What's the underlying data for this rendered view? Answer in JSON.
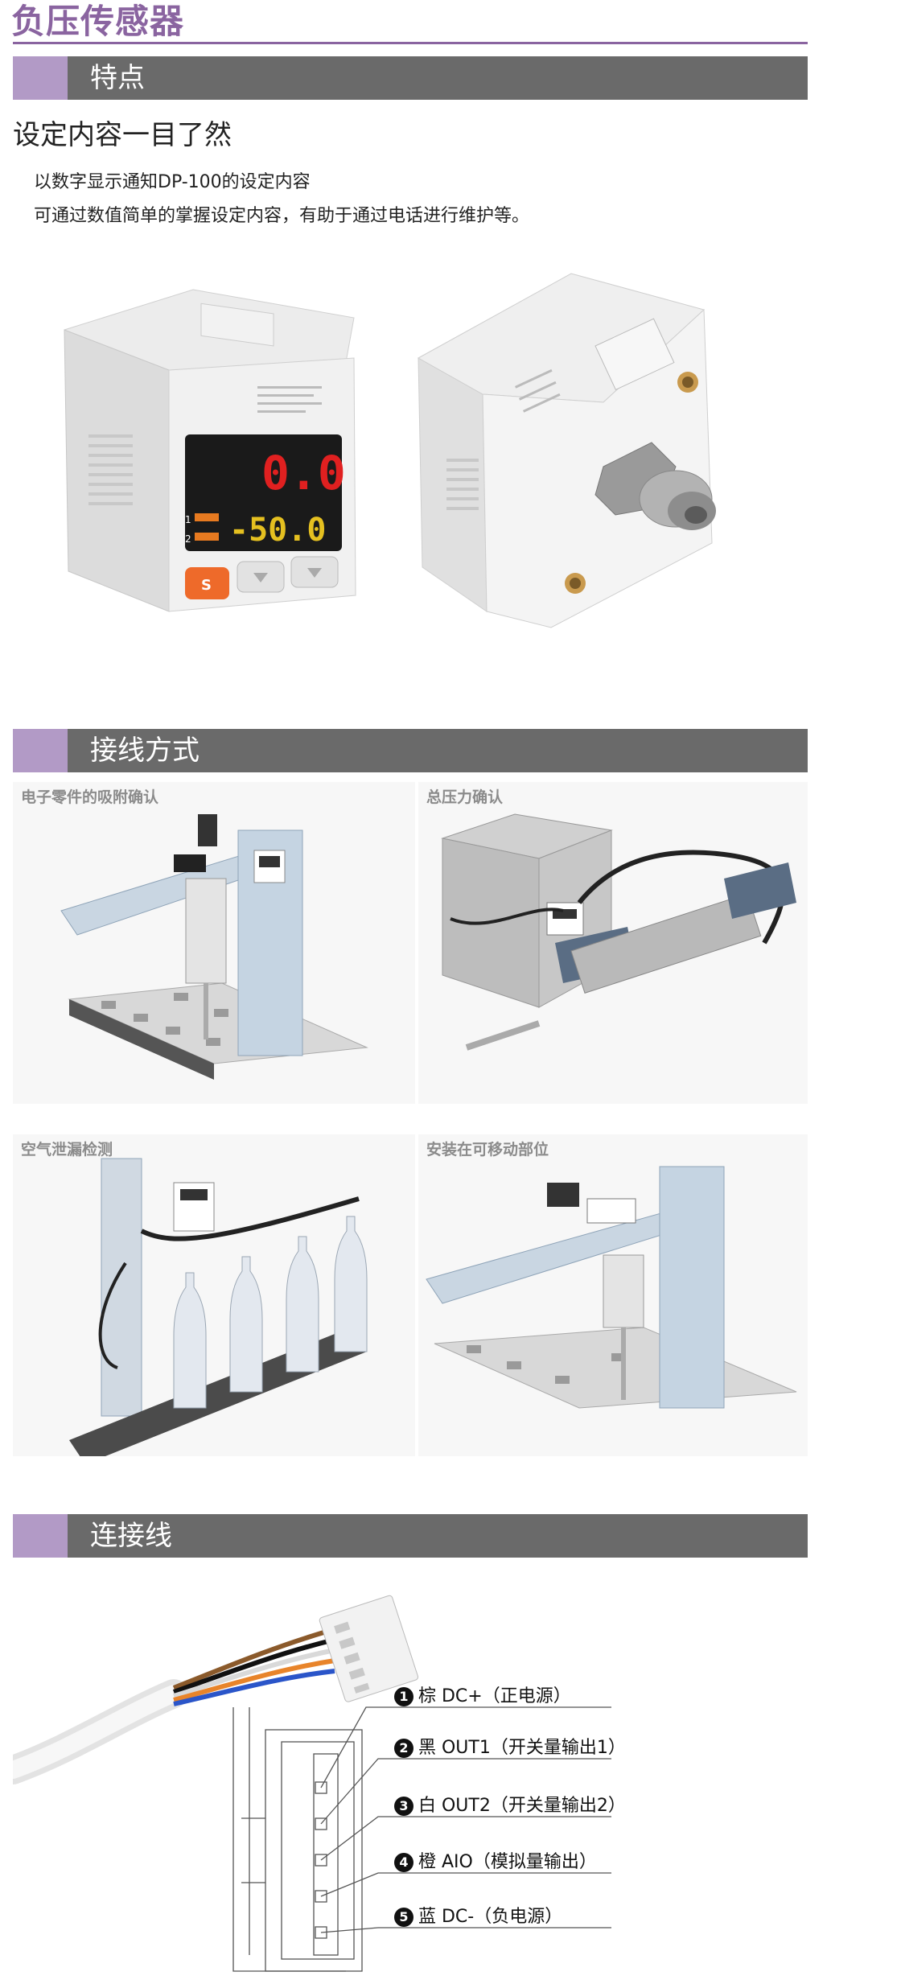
{
  "page": {
    "title": "负压传感器"
  },
  "features": {
    "section_title": "特点",
    "heading": "设定内容一目了然",
    "lines": [
      "以数字显示通知DP-100的设定内容",
      "可通过数值简单的掌握设定内容，有助于通过电话进行维护等。"
    ],
    "display": {
      "top_value": "0.0",
      "bottom_value": "-50.0",
      "indicator_1": "1",
      "indicator_2": "2",
      "s_button": "S"
    }
  },
  "wiring_methods": {
    "section_title": "接线方式",
    "applications": [
      {
        "label": "电子零件的吸附确认"
      },
      {
        "label": "总压力确认"
      },
      {
        "label": "空气泄漏检测"
      },
      {
        "label": "安装在可移动部位"
      }
    ]
  },
  "cable": {
    "section_title": "连接线",
    "pins": [
      {
        "number": "1",
        "text": "棕  DC+（正电源）"
      },
      {
        "number": "2",
        "text": "黑 OUT1（开关量输出1）"
      },
      {
        "number": "3",
        "text": "白 OUT2（开关量输出2）"
      },
      {
        "number": "4",
        "text": "橙 AIO（模拟量输出）"
      },
      {
        "number": "5",
        "text": "蓝 DC-（负电源）"
      }
    ],
    "wire_colors": [
      "#8b5a2b",
      "#111111",
      "#dddddd",
      "#e8842a",
      "#2a55c9"
    ]
  }
}
